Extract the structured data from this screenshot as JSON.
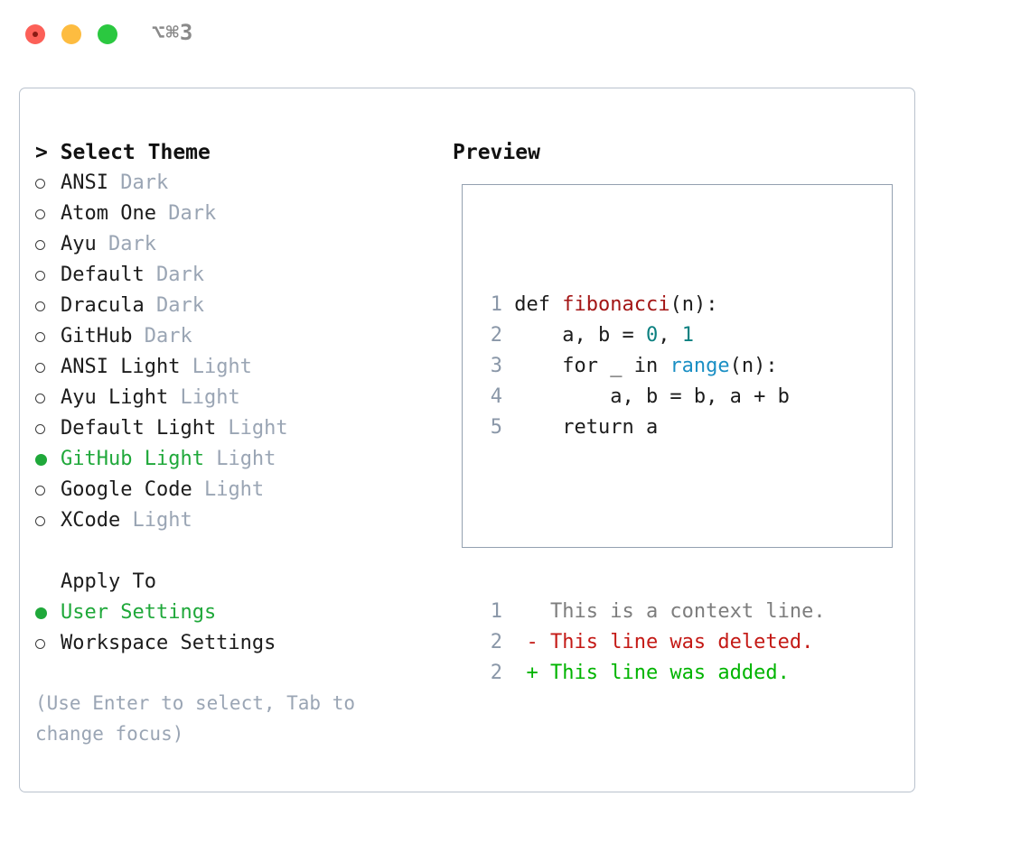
{
  "titlebar": {
    "shortcut": "⌥⌘3",
    "buttons": [
      "close",
      "minimize",
      "maximize"
    ]
  },
  "left": {
    "header": "> Select Theme",
    "themes": [
      {
        "name": "ANSI",
        "category": "Dark",
        "selected": false
      },
      {
        "name": "Atom One",
        "category": "Dark",
        "selected": false
      },
      {
        "name": "Ayu",
        "category": "Dark",
        "selected": false
      },
      {
        "name": "Default",
        "category": "Dark",
        "selected": false
      },
      {
        "name": "Dracula",
        "category": "Dark",
        "selected": false
      },
      {
        "name": "GitHub",
        "category": "Dark",
        "selected": false
      },
      {
        "name": "ANSI Light",
        "category": "Light",
        "selected": false
      },
      {
        "name": "Ayu Light",
        "category": "Light",
        "selected": false
      },
      {
        "name": "Default Light",
        "category": "Light",
        "selected": false
      },
      {
        "name": "GitHub Light",
        "category": "Light",
        "selected": true
      },
      {
        "name": "Google Code",
        "category": "Light",
        "selected": false
      },
      {
        "name": "XCode",
        "category": "Light",
        "selected": false
      }
    ],
    "apply_to": {
      "header": "Apply To",
      "options": [
        {
          "label": "User Settings",
          "selected": true
        },
        {
          "label": "Workspace Settings",
          "selected": false
        }
      ]
    },
    "hint": "(Use Enter to select, Tab to change focus)"
  },
  "preview": {
    "header": "Preview",
    "code_lines": [
      {
        "num": "1",
        "tokens": [
          {
            "t": "def ",
            "k": "plain"
          },
          {
            "t": "fibonacci",
            "k": "fn"
          },
          {
            "t": "(n):",
            "k": "plain"
          }
        ]
      },
      {
        "num": "2",
        "tokens": [
          {
            "t": "    a, b = ",
            "k": "plain"
          },
          {
            "t": "0",
            "k": "num"
          },
          {
            "t": ", ",
            "k": "plain"
          },
          {
            "t": "1",
            "k": "num"
          }
        ]
      },
      {
        "num": "3",
        "tokens": [
          {
            "t": "    for _ in ",
            "k": "plain"
          },
          {
            "t": "range",
            "k": "call"
          },
          {
            "t": "(n):",
            "k": "plain"
          }
        ]
      },
      {
        "num": "4",
        "tokens": [
          {
            "t": "        a, b = b, a + b",
            "k": "plain"
          }
        ]
      },
      {
        "num": "5",
        "tokens": [
          {
            "t": "    return a",
            "k": "plain"
          }
        ]
      }
    ],
    "diff_lines": [
      {
        "num": "1",
        "marker": "  ",
        "text": "This is a context line.",
        "kind": "context"
      },
      {
        "num": "2",
        "marker": "- ",
        "text": "This line was deleted.",
        "kind": "deleted"
      },
      {
        "num": "2",
        "marker": "+ ",
        "text": "This line was added.",
        "kind": "added"
      }
    ]
  },
  "colors": {
    "accent_green": "#1fa83a",
    "muted": "#9aa5b4",
    "diff_added": "#00b400",
    "diff_deleted": "#c41a16",
    "token_function": "#a31515",
    "token_number": "#0b8080",
    "token_call": "#1a8fc4"
  }
}
